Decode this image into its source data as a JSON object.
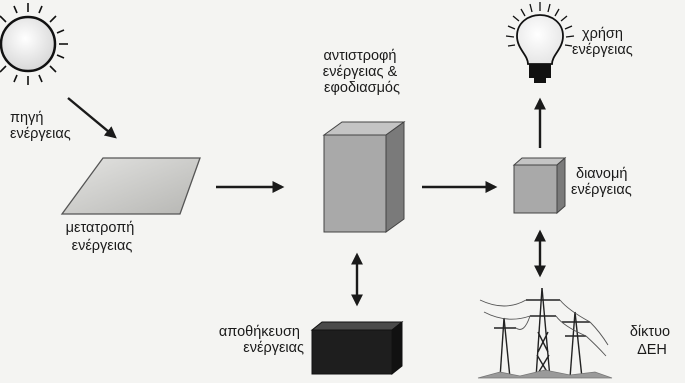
{
  "labels": {
    "source": [
      "πηγή",
      "ενέργειας"
    ],
    "conversion": [
      "μετατροπή",
      "ενέργειας"
    ],
    "inversion": [
      "αντιστροφή",
      "ενέργειας &",
      "εφοδιασμός"
    ],
    "storage": [
      "αποθήκευση",
      "ενέργειας"
    ],
    "distribution": [
      "διανομή",
      "ενέργειας"
    ],
    "usage": [
      "χρήση",
      "ενέργειας"
    ],
    "grid": [
      "δίκτυο",
      "ΔΕΗ"
    ]
  },
  "icons": {
    "source": "sun-icon",
    "conversion": "solar-panel-icon",
    "inversion": "inverter-box-icon",
    "storage": "battery-box-icon",
    "distribution": "distribution-box-icon",
    "usage": "light-bulb-icon",
    "grid": "power-pylon-icon"
  },
  "colors": {
    "panel": "#c9c9c6",
    "box_light": "#a9a9a9",
    "box_dark": "#1e1e1e",
    "arrow": "#1a1a1a"
  }
}
